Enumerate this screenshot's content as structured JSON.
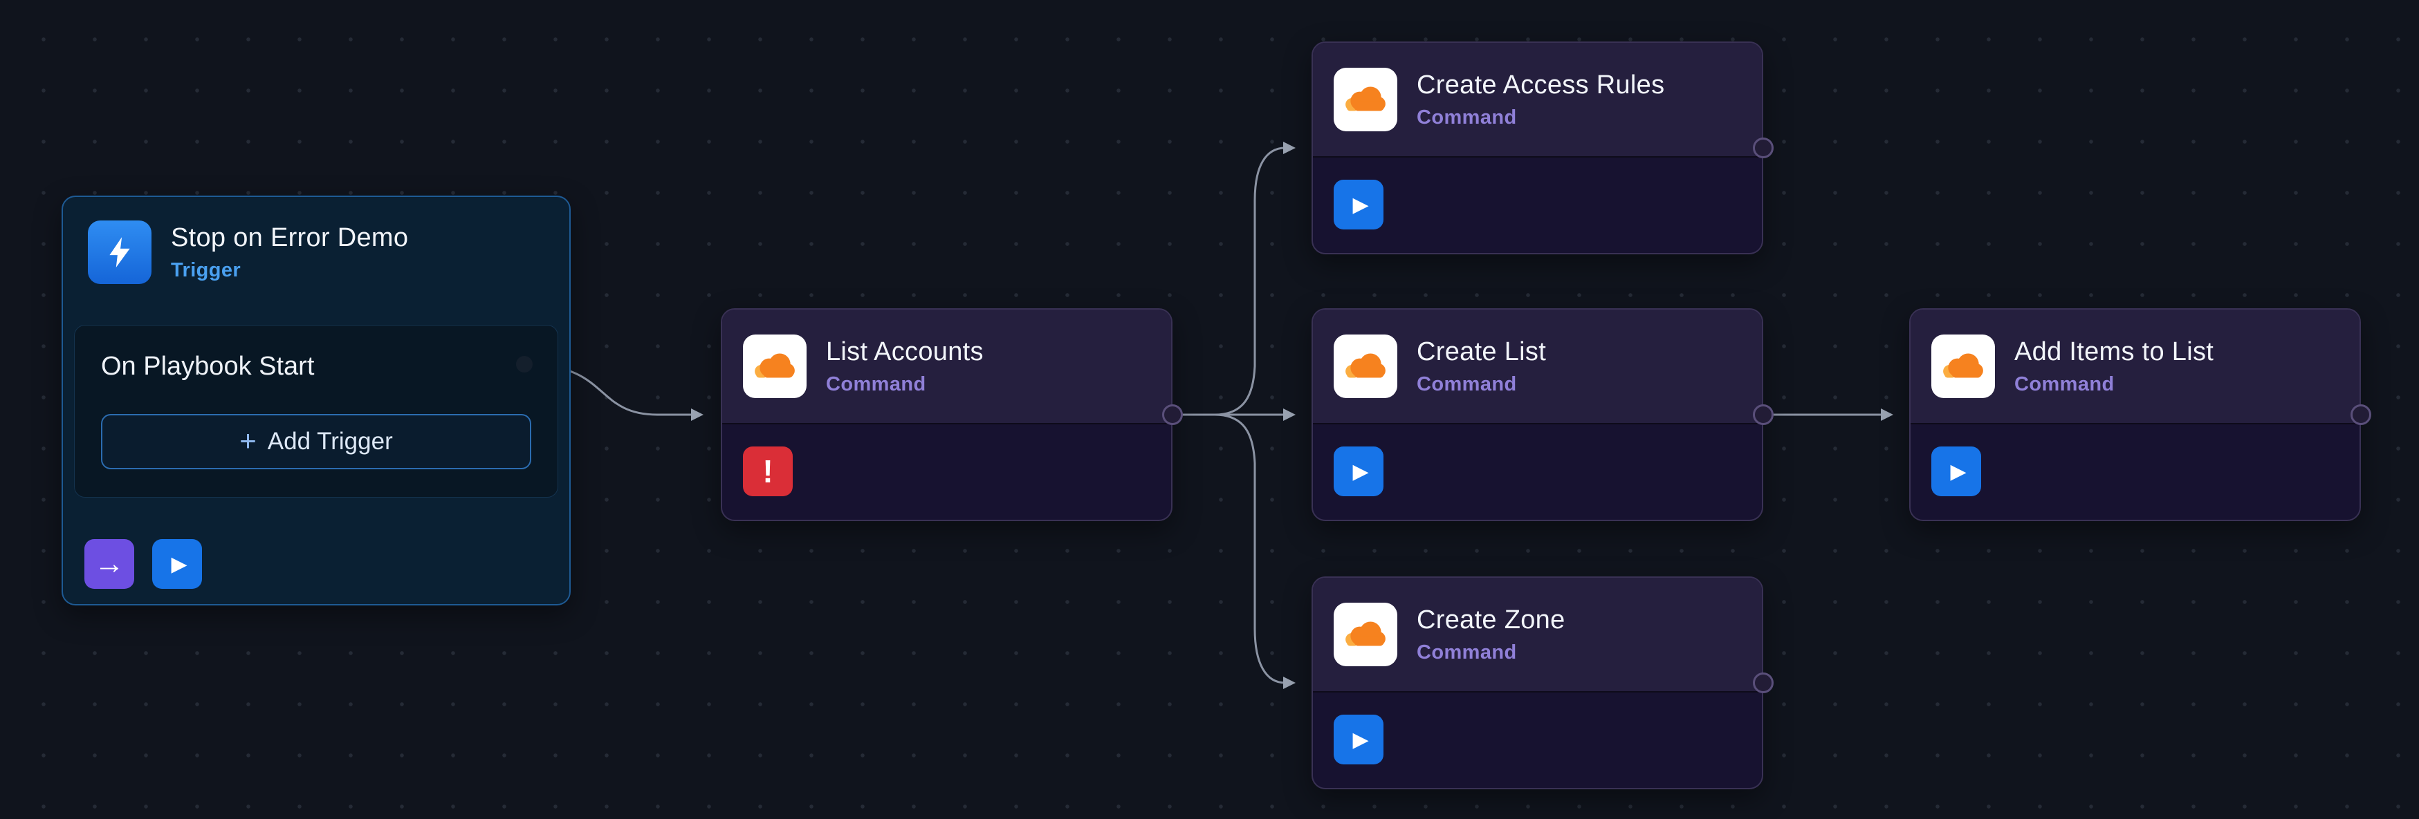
{
  "trigger_node": {
    "title": "Stop on Error Demo",
    "type_label": "Trigger",
    "event": "On Playbook Start",
    "add_trigger": {
      "plus": "+",
      "label": "Add Trigger"
    }
  },
  "action_nodes": [
    {
      "id": "list-accounts",
      "title": "List Accounts",
      "type_label": "Command",
      "status": "error"
    },
    {
      "id": "create-access-rules",
      "title": "Create Access Rules",
      "type_label": "Command",
      "status": "idle"
    },
    {
      "id": "create-list",
      "title": "Create List",
      "type_label": "Command",
      "status": "idle"
    },
    {
      "id": "create-zone",
      "title": "Create Zone",
      "type_label": "Command",
      "status": "idle"
    },
    {
      "id": "add-items-to-list",
      "title": "Add Items to List",
      "type_label": "Command",
      "status": "idle"
    }
  ],
  "badges": {
    "error_glyph": "!"
  },
  "glyphs": {
    "play": "▶",
    "arrow_right": "→"
  },
  "icons": {
    "trigger": "lightning-icon",
    "vendor": "cloudflare-icon",
    "run": "play-icon",
    "forward": "arrow-right-icon",
    "error": "exclamation-icon"
  },
  "colors": {
    "canvas_bg": "#10141d",
    "trigger_accent": "#4aa0f0",
    "command_accent": "#9080d8",
    "play_button": "#1774e8",
    "arrow_button": "#6d4fe2",
    "error_badge": "#da2e37",
    "cloudflare_orange": "#f6821f",
    "cloudflare_light_orange": "#fbad41",
    "connector": "#8b93a3"
  }
}
